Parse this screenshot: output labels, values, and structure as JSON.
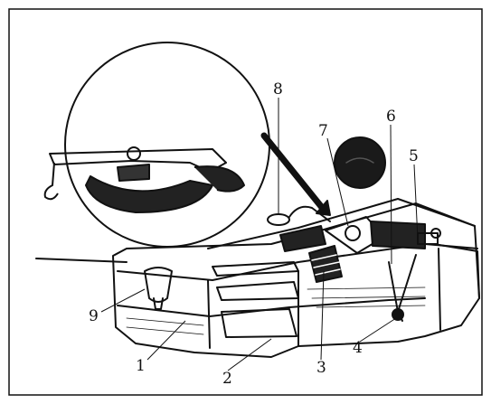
{
  "diagram": {
    "callouts": [
      {
        "id": "1",
        "text": "1"
      },
      {
        "id": "2",
        "text": "2"
      },
      {
        "id": "3",
        "text": "3"
      },
      {
        "id": "4",
        "text": "4"
      },
      {
        "id": "5",
        "text": "5"
      },
      {
        "id": "6",
        "text": "6"
      },
      {
        "id": "7",
        "text": "7"
      },
      {
        "id": "8",
        "text": "8"
      },
      {
        "id": "9",
        "text": "9"
      }
    ]
  },
  "colors": {
    "ink": "#111111",
    "paper": "#ffffff"
  }
}
